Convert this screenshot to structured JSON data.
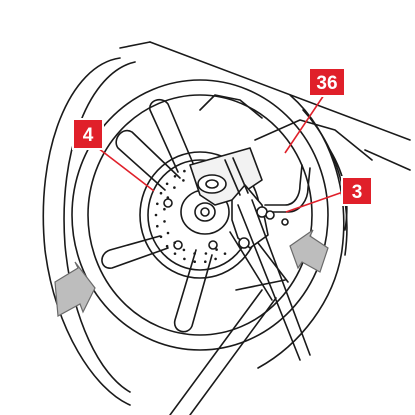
{
  "callouts": [
    {
      "id": "callout-36",
      "label": "36"
    },
    {
      "id": "callout-4",
      "label": "4"
    },
    {
      "id": "callout-3",
      "label": "3"
    }
  ],
  "colors": {
    "callout_fill": "#e0202a",
    "callout_border": "#ffffff",
    "leader_line": "#e0202a",
    "line_art": "#1a1a1a",
    "arrow_fill": "#bdbdbd",
    "arrow_stroke": "#6a6a6a"
  },
  "icons": [
    "left-gray-arrow-icon",
    "right-gray-arrow-icon"
  ]
}
